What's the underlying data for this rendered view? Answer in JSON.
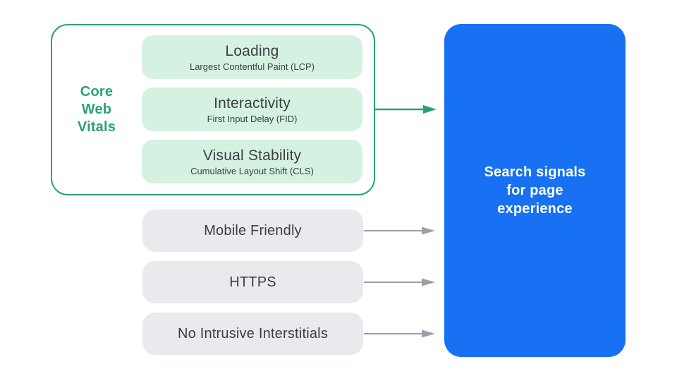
{
  "core_web_vitals": {
    "label": "Core\nWeb\nVitals",
    "metrics": [
      {
        "title": "Loading",
        "subtitle": "Largest Contentful Paint (LCP)"
      },
      {
        "title": "Interactivity",
        "subtitle": "First Input Delay (FID)"
      },
      {
        "title": "Visual Stability",
        "subtitle": "Cumulative Layout Shift (CLS)"
      }
    ]
  },
  "other_signals": [
    "Mobile Friendly",
    "HTTPS",
    "No Intrusive Interstitials"
  ],
  "result_box": {
    "label": "Search signals\nfor page\nexperience"
  },
  "colors": {
    "accent_green": "#27A373",
    "mint_pill_bg": "#D4F1E2",
    "gray_pill_bg": "#E8EAED",
    "arrow_gray": "#9AA0A6",
    "blue_box_bg": "#1771F2",
    "text_dark": "#3C4043",
    "text_on_blue": "#FFFFFF"
  }
}
